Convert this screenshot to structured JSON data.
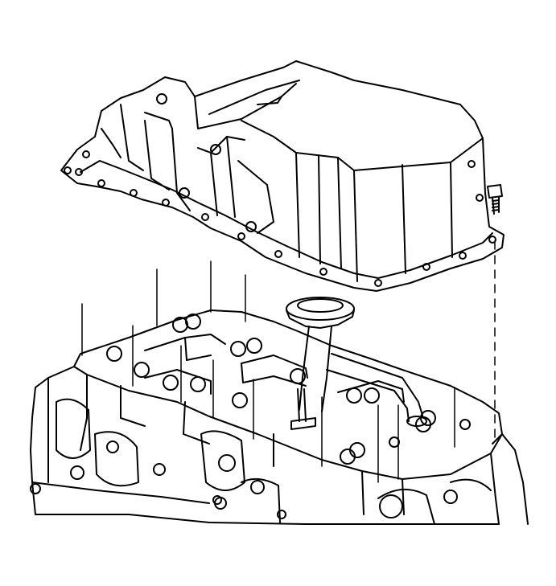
{
  "illustration": {
    "kind": "line-art",
    "subject_parts": [
      "oil-pan",
      "engine-block",
      "oil-pickup-tube",
      "pan-bolt"
    ],
    "colors": {
      "ink": "#000000",
      "paper": "#ffffff"
    }
  }
}
